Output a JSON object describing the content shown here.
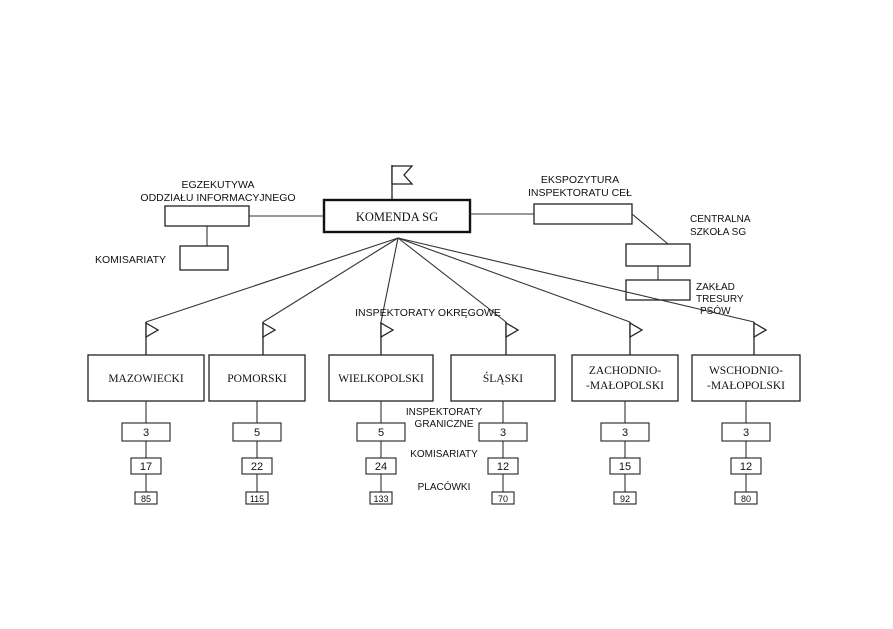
{
  "headquarters": {
    "label": "KOMENDA SG"
  },
  "left_unit": {
    "label_line1": "EGZEKUTYWA",
    "label_line2": "ODDZIAŁU INFORMACYJNEGO",
    "sub_label": "KOMISARIATY"
  },
  "right_unit": {
    "label_line1": "EKSPOZYTURA",
    "label_line2": "INSPEKTORATU CEŁ",
    "school_line1": "CENTRALNA",
    "school_line2": "SZKOŁA SG",
    "kennel_line1": "ZAKŁAD",
    "kennel_line2": "TRESURY",
    "kennel_line3": "PSÓW"
  },
  "regional_label": "INSPEKTORATY OKRĘGOWE",
  "level_labels": {
    "border_line1": "INSPEKTORATY",
    "border_line2": "GRANICZNE",
    "stations": "KOMISARIATY",
    "posts": "PLACÓWKI"
  },
  "inspectorates": [
    {
      "name_line1": "MAZOWIECKI",
      "name_line2": "",
      "border": "3",
      "stations": "17",
      "posts": "85"
    },
    {
      "name_line1": "POMORSKI",
      "name_line2": "",
      "border": "5",
      "stations": "22",
      "posts": "115"
    },
    {
      "name_line1": "WIELKOPOLSKI",
      "name_line2": "",
      "border": "5",
      "stations": "24",
      "posts": "133"
    },
    {
      "name_line1": "ŚLĄSKI",
      "name_line2": "",
      "border": "3",
      "stations": "12",
      "posts": "70"
    },
    {
      "name_line1": "ZACHODNIO-",
      "name_line2": "-MAŁOPOLSKI",
      "border": "3",
      "stations": "15",
      "posts": "92"
    },
    {
      "name_line1": "WSCHODNIO-",
      "name_line2": "-MAŁOPOLSKI",
      "border": "3",
      "stations": "12",
      "posts": "80"
    }
  ]
}
